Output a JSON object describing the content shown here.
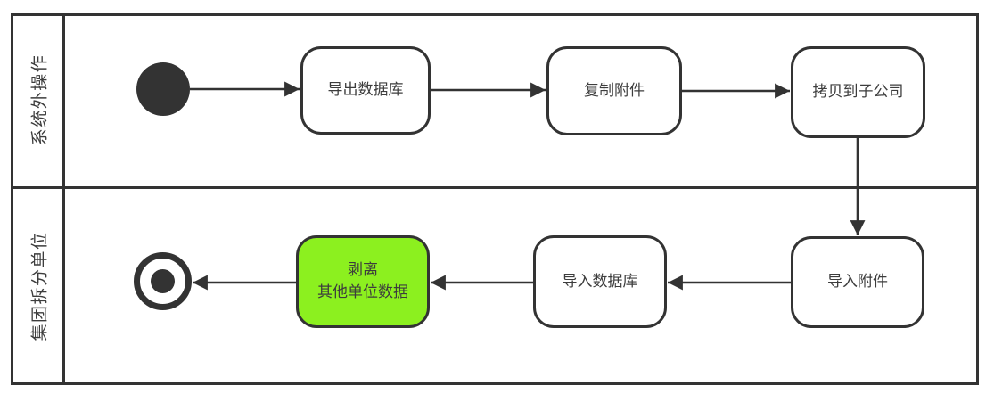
{
  "lanes": [
    {
      "label": "系统外操作"
    },
    {
      "label": "集团拆分单位"
    }
  ],
  "nodes": {
    "export_db": {
      "label": "导出数据库"
    },
    "copy_attachments": {
      "label": "复制附件"
    },
    "copy_to_subsidiary": {
      "label": "拷贝到子公司"
    },
    "import_attachments": {
      "label": "导入附件"
    },
    "import_db": {
      "label": "导入数据库"
    },
    "strip_other_data": {
      "label_line1": "剥离",
      "label_line2": "其他单位数据"
    }
  },
  "icons": {
    "start": "filled-circle",
    "end": "bullseye-circle"
  },
  "colors": {
    "stroke": "#333333",
    "node_fill": "#ffffff",
    "highlight_fill": "#8CF01F",
    "text": "#3d3d3d"
  },
  "flow": [
    "start → 导出数据库 → 复制附件 → 拷贝到子公司 → 导入附件 → 导入数据库 → 剥离其他单位数据 → end"
  ]
}
